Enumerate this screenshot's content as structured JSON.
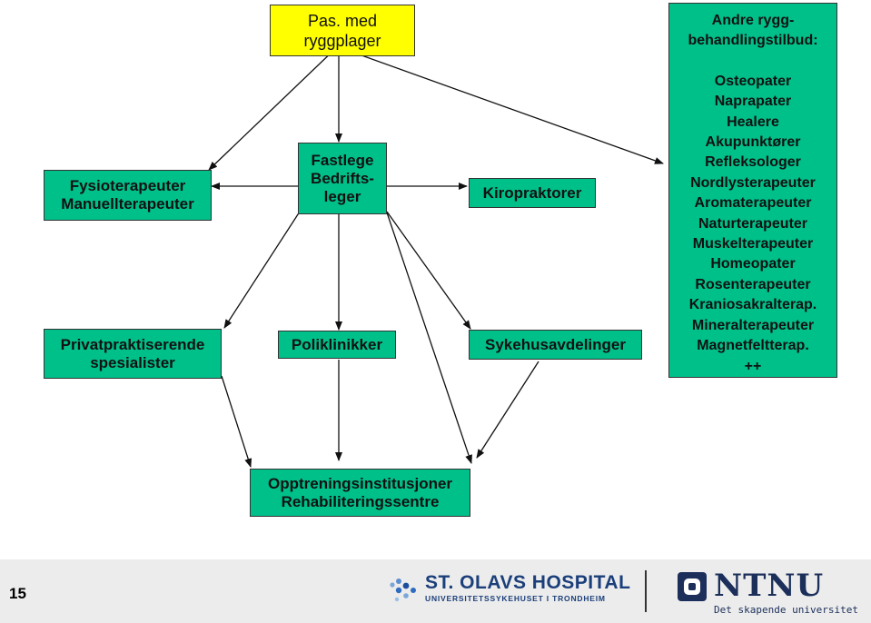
{
  "nodes": {
    "patient": [
      "Pas. med",
      "ryggplager"
    ],
    "physio": [
      "Fysioterapeuter",
      "Manuellterapeuter"
    ],
    "gp": [
      "Fastlege",
      "Bedrifts-",
      "leger"
    ],
    "chiro": [
      "Kiropraktorer"
    ],
    "private": [
      "Privatpraktiserende",
      "spesialister"
    ],
    "outpatient": [
      "Poliklinikker"
    ],
    "hospital": [
      "Sykehusavdelinger"
    ],
    "rehab": [
      "Opptreningsinstitusjoner",
      "Rehabiliteringssentre"
    ],
    "alternative_title": [
      "Andre rygg-",
      "behandlingstilbud:"
    ],
    "alternative_items": [
      "Osteopater",
      "Naprapater",
      "Healere",
      "Akupunktører",
      "Refleksologer",
      "Nordlysterapeuter",
      "Aromaterapeuter",
      "Naturterapeuter",
      "Muskelterapeuter",
      "Homeopater",
      "Rosenterapeuter",
      "Kraniosakralterap.",
      "Mineralterapeuter",
      "Magnetfeltterap.",
      "++"
    ]
  },
  "footer": {
    "page_number": "15",
    "olavs_name": "ST. OLAVS HOSPITAL",
    "olavs_subtitle": "UNIVERSITETSSYKEHUSET I TRONDHEIM",
    "ntnu_name": "NTNU",
    "ntnu_tagline": "Det skapende universitet"
  },
  "colors": {
    "box": "#00c08a",
    "patient_box": "#ffff00",
    "brand_blue": "#1b3f7a"
  }
}
